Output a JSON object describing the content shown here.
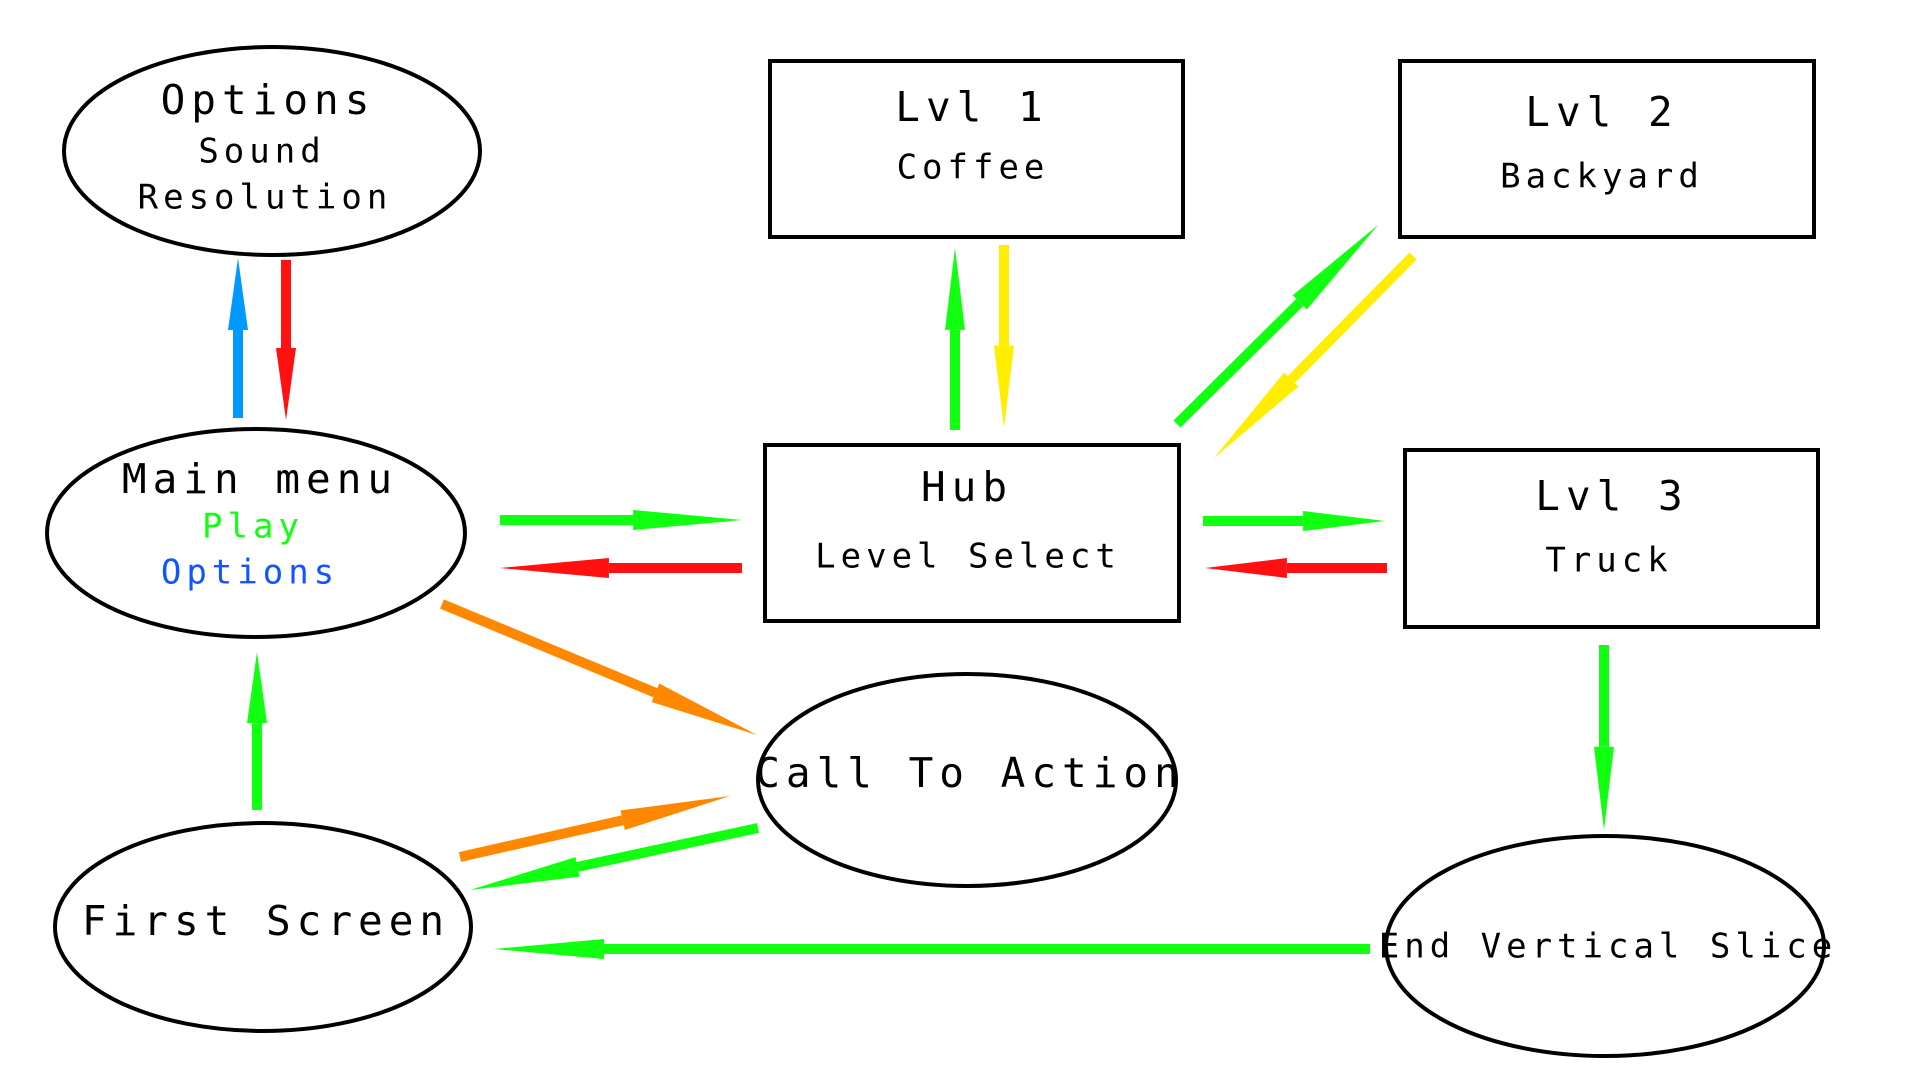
{
  "colors": {
    "green": "#11ff11",
    "red": "#ff1111",
    "yellow": "#ffee00",
    "orange": "#ff8800",
    "blue": "#0099ff",
    "options_blue": "#1155ff",
    "ink": "#000000"
  },
  "nodes": {
    "options": {
      "title": "Options",
      "line1": "Sound",
      "line2": "Resolution"
    },
    "main_menu": {
      "title": "Main menu",
      "line1": "Play",
      "line2": "Options"
    },
    "first_screen": {
      "title": "First Screen"
    },
    "call_to_action": {
      "title": "Call To Action"
    },
    "lvl1": {
      "title": "Lvl 1",
      "subtitle": "Coffee"
    },
    "lvl2": {
      "title": "Lvl 2",
      "subtitle": "Backyard"
    },
    "hub": {
      "title": "Hub",
      "subtitle": "Level Select"
    },
    "lvl3": {
      "title": "Lvl 3",
      "subtitle": "Truck"
    },
    "end_slice": {
      "title": "End Vertical Slice"
    }
  },
  "edges": [
    {
      "from": "main_menu",
      "to": "options",
      "color": "blue"
    },
    {
      "from": "options",
      "to": "main_menu",
      "color": "red"
    },
    {
      "from": "first_screen",
      "to": "main_menu",
      "color": "green"
    },
    {
      "from": "main_menu",
      "to": "hub",
      "color": "green"
    },
    {
      "from": "hub",
      "to": "main_menu",
      "color": "red"
    },
    {
      "from": "main_menu",
      "to": "call_to_action",
      "color": "orange"
    },
    {
      "from": "first_screen",
      "to": "call_to_action",
      "color": "orange"
    },
    {
      "from": "call_to_action",
      "to": "first_screen",
      "color": "green"
    },
    {
      "from": "hub",
      "to": "lvl1",
      "color": "green"
    },
    {
      "from": "lvl1",
      "to": "hub",
      "color": "yellow"
    },
    {
      "from": "hub",
      "to": "lvl2",
      "color": "green"
    },
    {
      "from": "lvl2",
      "to": "hub",
      "color": "yellow"
    },
    {
      "from": "hub",
      "to": "lvl3",
      "color": "green"
    },
    {
      "from": "lvl3",
      "to": "hub",
      "color": "red"
    },
    {
      "from": "lvl3",
      "to": "end_slice",
      "color": "green"
    },
    {
      "from": "end_slice",
      "to": "first_screen",
      "color": "green"
    }
  ]
}
